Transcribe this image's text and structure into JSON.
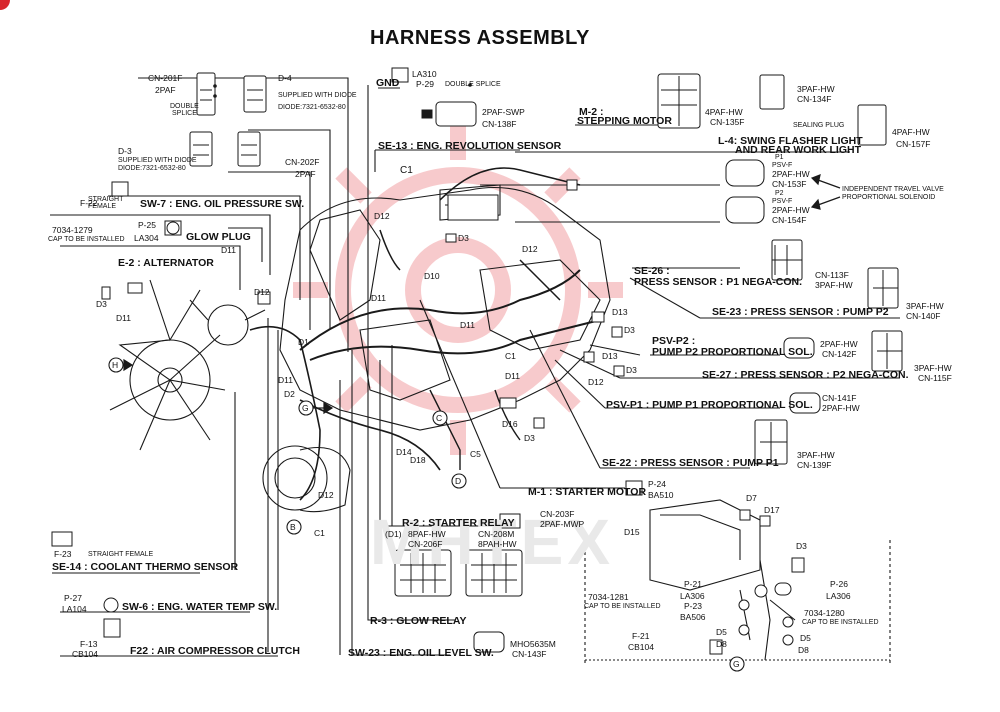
{
  "title": "HARNESS ASSEMBLY",
  "watermark": "MHTEX",
  "colors": {
    "line": "#1a1a1a",
    "watermark_red": "#f2a0a3",
    "corner": "#d8262c",
    "bg": "#ffffff"
  },
  "labels": {
    "cn201f": "CN-201F",
    "cn201f_b": "2PAF",
    "double_splice_1": "DOUBLE",
    "double_splice_2": "SPLICE",
    "d4": "D-4",
    "d4_supp": "SUPPLIED WITH DIODE",
    "d4_diode": "DIODE:7321-6532-80",
    "d3": "D-3",
    "d3_supp": "SUPPLIED WITH DIODE",
    "d3_diode": "DIODE:7321-6532-80",
    "cn202f": "CN-202F",
    "cn202f_b": "2PAF",
    "straight_female": "STRAIGHT",
    "straight_female_b": "FEMALE",
    "f22": "F-22",
    "sw7": "SW-7 : ENG. OIL PRESSURE SW.",
    "code_7034_1279": "7034-1279",
    "cap_installed": "CAP TO BE INSTALLED",
    "p25": "P-25",
    "la304": "LA304",
    "glow_plug": "GLOW PLUG",
    "e2": "E-2 : ALTERNATOR",
    "gnd": "GND",
    "la310": "LA310",
    "p29": "P-29",
    "double_splice_p29": "DOUBLE SPLICE",
    "cn138f_a": "2PAF-SWP",
    "cn138f_b": "CN-138F",
    "se13": "SE-13 : ENG. REVOLUTION SENSOR",
    "c1": "C1",
    "m2": "M-2 :",
    "stepping_motor": "STEPPING MOTOR",
    "cn135f_a": "4PAF-HW",
    "cn135f_b": "CN-135F",
    "cn134f_a": "3PAF-HW",
    "cn134f_b": "CN-134F",
    "sealing_plug": "SEALING PLUG",
    "cn157f_a": "4PAF-HW",
    "cn157f_b": "CN-157F",
    "l4": "L-4: SWING FLASHER LIGHT",
    "l4_b": "AND REAR WORK LIGHT",
    "p1": "P1",
    "psv_f": "PSV-F",
    "cn153f_a": "2PAF-HW",
    "cn153f_b": "CN-153F",
    "p2": "P2",
    "psv_f2": "PSV-F",
    "cn154f_a": "2PAF-HW",
    "cn154f_b": "CN-154F",
    "independent": "INDEPENDENT TRAVEL VALVE",
    "proportional": "PROPORTIONAL SOLENOID",
    "se26": "SE-26 :",
    "se26_b": "PRESS SENSOR : P1 NEGA-CON.",
    "cn113f_a": "CN-113F",
    "cn113f_b": "3PAF-HW",
    "se23": "SE-23 : PRESS SENSOR : PUMP P2",
    "cn140f_a": "3PAF-HW",
    "cn140f_b": "CN-140F",
    "psvp2": "PSV-P2 :",
    "psvp2_b": "PUMP P2 PROPORTIONAL SOL.",
    "cn142f_a": "2PAF-HW",
    "cn142f_b": "CN-142F",
    "se27": "SE-27 : PRESS SENSOR : P2 NEGA-CON.",
    "cn115f_a": "3PAF-HW",
    "cn115f_b": "CN-115F",
    "psvp1": "PSV-P1 : PUMP P1 PROPORTIONAL SOL.",
    "cn141f_a": "CN-141F",
    "cn141f_b": "2PAF-HW",
    "se22": "SE-22 : PRESS SENSOR : PUMP P1",
    "cn139f_a": "3PAF-HW",
    "cn139f_b": "CN-139F",
    "m1": "M-1 : STARTER MOTOR",
    "p24": "P-24",
    "ba510": "BA510",
    "r2": "R-2 : STARTER RELAY",
    "cn203f_a": "CN-203F",
    "cn203f_b": "2PAF-MWP",
    "d1": "(D1)",
    "cn206f_a": "8PAF-HW",
    "cn206f_b": "CN-206F",
    "cn208m_a": "CN-208M",
    "cn208m_b": "8PAH-HW",
    "r3": "R-3 : GLOW RELAY",
    "sw23": "SW-23 : ENG. OIL LEVEL SW.",
    "cn143f_a": "MHO5635M",
    "cn143f_b": "CN-143F",
    "f23": "F-23",
    "straight_female_2": "STRAIGHT FEMALE",
    "se14": "SE-14 : COOLANT THERMO SENSOR",
    "p27": "P-27",
    "la104": "LA104",
    "sw6": "SW-6 : ENG. WATER TEMP SW.",
    "f13": "F-13",
    "cb104": "CB104",
    "f22b": "F22 : AIR COMPRESSOR CLUTCH",
    "code_7034_1281": "7034-1281",
    "cap_installed_2": "CAP TO BE INSTALLED",
    "p21": "P-21",
    "la306": "LA306",
    "p23": "P-23",
    "ba506": "BA506",
    "f21": "F-21",
    "cb104b": "CB104",
    "p26": "P-26",
    "la306b": "LA306",
    "code_7034_1280": "7034-1280",
    "cap_installed_3": "CAP TO BE INSTALLED"
  },
  "callouts": {
    "d11_a": "D11",
    "d3_a": "D3",
    "d11_b": "D11",
    "d12_a": "D12",
    "h": "H",
    "d12_b": "D12",
    "d11_c": "D11",
    "d10": "D10",
    "d3_b": "D3",
    "d12_c": "D12",
    "d1": "D1",
    "d11_d": "D11",
    "d2": "D2",
    "g_arrow": "G",
    "d12_d": "D12",
    "c1_a": "C1",
    "b": "B",
    "d14": "D14",
    "d18": "D18",
    "c5": "C5",
    "d_circ": "D",
    "d11_e": "D11",
    "c_circ": "C",
    "c1_b": "C1",
    "d11_f": "D11",
    "d16": "D16",
    "d3_c": "D3",
    "d13_a": "D13",
    "d3_d": "D3",
    "d13_b": "D13",
    "d3_e": "D3",
    "d12_e": "D12",
    "d7": "D7",
    "d17": "D17",
    "d15": "D15",
    "d3_f": "D3",
    "d5_a": "D5",
    "d8_a": "D8",
    "d5_b": "D5",
    "d8_b": "D8",
    "g_bottom": "G"
  }
}
